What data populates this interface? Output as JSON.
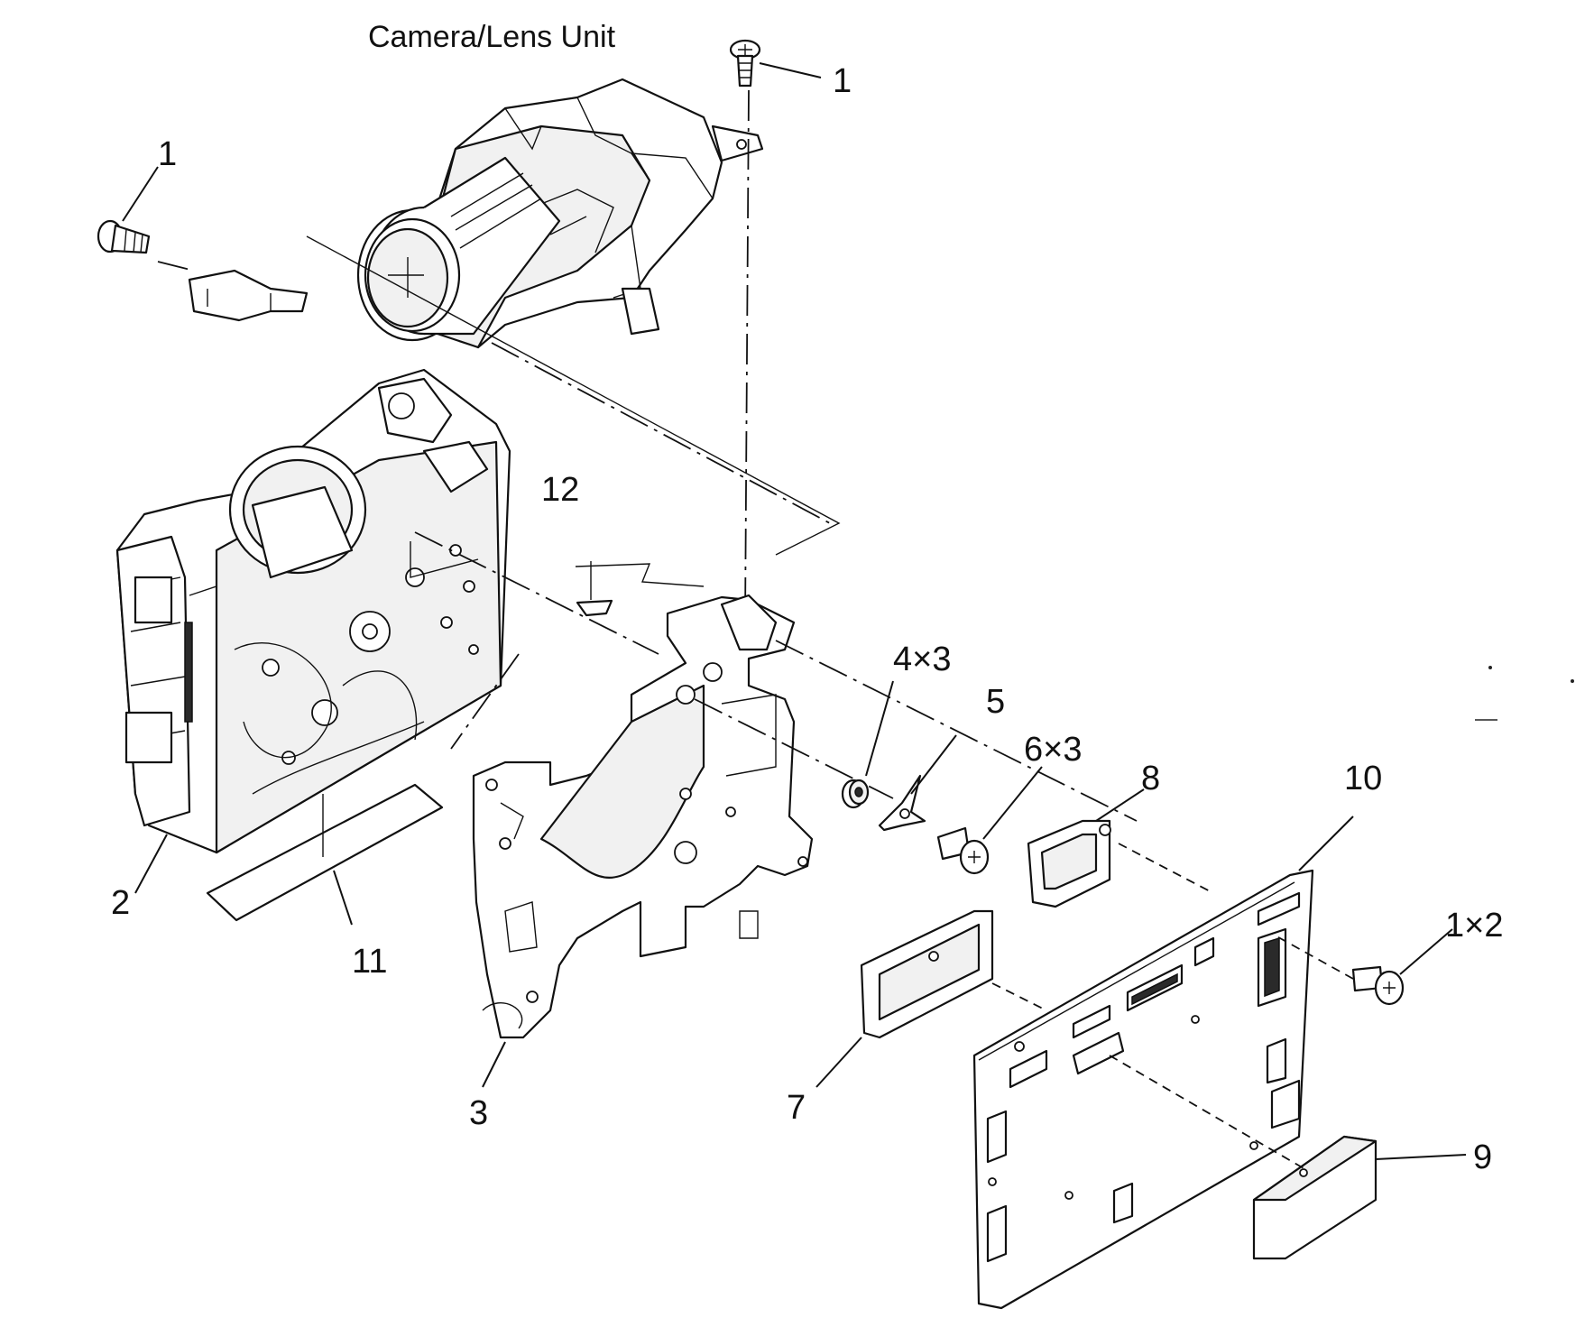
{
  "title": "Camera/Lens Unit",
  "callouts": [
    {
      "id": "c1a",
      "text": "1"
    },
    {
      "id": "c1b",
      "text": "1"
    },
    {
      "id": "c2",
      "text": "2"
    },
    {
      "id": "c3",
      "text": "3"
    },
    {
      "id": "c4",
      "text": "4×3"
    },
    {
      "id": "c5",
      "text": "5"
    },
    {
      "id": "c6",
      "text": "6×3"
    },
    {
      "id": "c7",
      "text": "7"
    },
    {
      "id": "c8",
      "text": "8"
    },
    {
      "id": "c9",
      "text": "9"
    },
    {
      "id": "c10",
      "text": "10"
    },
    {
      "id": "c11",
      "text": "11"
    },
    {
      "id": "c12",
      "text": "12"
    },
    {
      "id": "c1x2",
      "text": "1×2"
    }
  ]
}
